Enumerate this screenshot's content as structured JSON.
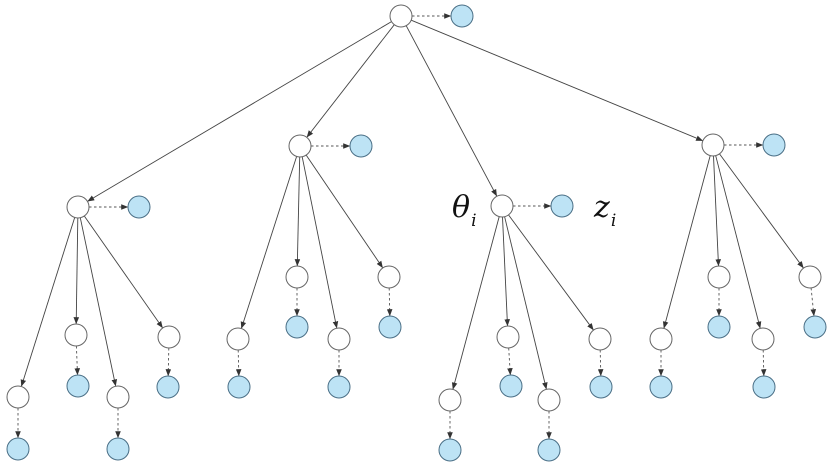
{
  "labels": {
    "theta": {
      "symbol": "θ",
      "subscript": "i"
    },
    "z": {
      "symbol": "z",
      "subscript": "i"
    }
  },
  "colors": {
    "latent_fill": "#ffffff",
    "latent_stroke": "#666666",
    "observed_fill": "#bde3f5",
    "observed_stroke": "#4a6f86",
    "edge": "#444444"
  }
}
